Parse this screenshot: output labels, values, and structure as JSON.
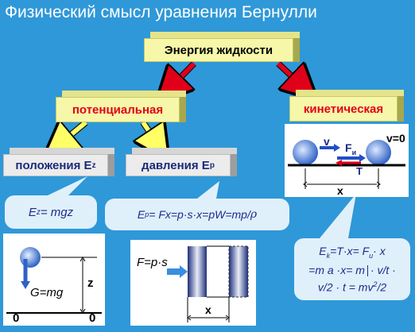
{
  "title": "Физический смысл уравнения Бернулли",
  "nodes": {
    "root": "Энергия жидкости",
    "potential": "потенциальная",
    "kinetic": "кинетическая",
    "position_prefix": "положения E",
    "position_sub": "z",
    "pressure_prefix": "давления E",
    "pressure_sub": "p"
  },
  "formulas": {
    "ez_lhs": "E",
    "ez_sub": "z",
    "ez_rhs": " = mgz",
    "ep_lhs": "E",
    "ep_sub": "p",
    "ep_rhs": " = Fx=p·s·x=pW=mp/",
    "ep_rho": "ρ",
    "ek_line1_a": "E",
    "ek_line1_sub": "k",
    "ek_line1_b": "=T·x= F",
    "ek_line1_sub2": "u",
    "ek_line1_c": "· x",
    "ek_line2": "=m a ·x= m",
    "ek_line2_b": "· v/t ·",
    "ek_line3_a": "v/2 · t = mv",
    "ek_line3_sup": "2",
    "ek_line3_b": "/2"
  },
  "kinetic_figure": {
    "v_label": "v",
    "v0_label": "v=0",
    "force_label": "F",
    "force_sub": "и",
    "t_label": "T",
    "x_label": "x"
  },
  "position_figure": {
    "g_label": "G=mg",
    "z_label": "z",
    "zero_left": "0",
    "zero_right": "0"
  },
  "pressure_figure": {
    "f_label": "F=p·s",
    "x_label": "x"
  },
  "colors": {
    "background": "#2f98d8",
    "box_yellow": "#f6f7a8",
    "arrow_red": "#e0001a",
    "arrow_yellow": "#ffff66",
    "text_red": "#e2001a",
    "text_navy": "#1c2a7a",
    "callout_bg": "#dff0fb"
  }
}
